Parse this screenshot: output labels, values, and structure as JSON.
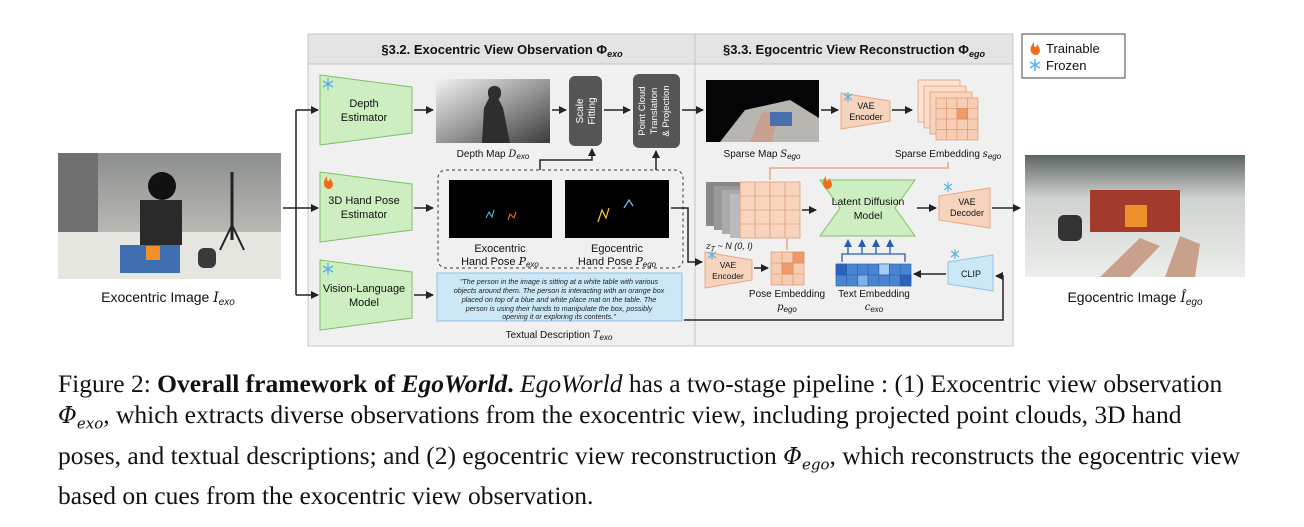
{
  "figure": {
    "stage1_header": "§3.2. Exocentric View Observation Φ",
    "stage1_header_sub": "exo",
    "stage2_header": "§3.3. Egocentric View Reconstruction Φ",
    "stage2_header_sub": "ego",
    "legend": {
      "trainable": "Trainable",
      "frozen": "Frozen"
    },
    "input_label": "Exocentric Image ",
    "input_var": "I",
    "input_sub": "exo",
    "output_label": "Egocentric Image ",
    "output_var": "Î",
    "output_sub": "ego",
    "modules": {
      "depth_1": "Depth",
      "depth_2": "Estimator",
      "hand_1": "3D Hand Pose",
      "hand_2": "Estimator",
      "vlm_1": "Vision-Language",
      "vlm_2": "Model",
      "scale_1": "Scale",
      "scale_2": "Fitting",
      "pc_1": "Point Cloud",
      "pc_2": "Translation",
      "pc_3": "& Projection",
      "vae_enc": "VAE",
      "vae_enc_2": "Encoder",
      "vae_dec": "VAE",
      "vae_dec_2": "Decoder",
      "ldm_1": "Latent Diffusion",
      "ldm_2": "Model",
      "clip": "CLIP"
    },
    "labels": {
      "depth_map": "Depth Map ",
      "depth_var": "D",
      "depth_sub": "exo",
      "exo_hand_1": "Exocentric",
      "exo_hand_2": "Hand Pose ",
      "exo_hand_var": "P",
      "exo_hand_sub": "exo",
      "ego_hand_1": "Egocentric",
      "ego_hand_2": "Hand Pose ",
      "ego_hand_var": "P",
      "ego_hand_sub": "ego",
      "sparse_map": "Sparse Map ",
      "sparse_var": "S",
      "sparse_sub": "ego",
      "sparse_emb": "Sparse Embedding ",
      "sparse_emb_var": "s",
      "sparse_emb_sub": "ego",
      "pose_emb": "Pose Embedding",
      "pose_emb_var": "p",
      "pose_emb_sub": "ego",
      "text_emb": "Text Embedding",
      "text_emb_var": "c",
      "text_emb_sub": "exo",
      "noise": "z",
      "noise_sub": "T",
      "noise_dist": " ~ N (0, I)",
      "textual": "Textual Description ",
      "textual_var": "T",
      "textual_sub": "exo"
    },
    "description_lines": [
      "\"The person in the image is sitting at a white table with various",
      "objects around them. The person is interacting with an orange box",
      "placed on top of a blue and white place mat on the table. The",
      "person is using their hands to manipulate the box, possibly",
      "opening it or exploring its contents.\""
    ]
  },
  "caption": {
    "prefix": "Figure 2: ",
    "bold": "Overall framework of ",
    "bold_italic": "EgoWorld",
    "bold_end": ".",
    "italic_name": "EgoWorld",
    "text1": " has a two-stage pipeline : (1) Exocentric view observation ",
    "math1": "Φ",
    "math1_sub": "exo",
    "text2": ", which extracts diverse observations from the exocentric view, including projected point clouds, 3D hand poses, and textual descriptions; and (2) egocentric view reconstruction ",
    "math2": "Φ",
    "math2_sub": "ego",
    "text3": ", which reconstructs the egocentric view based on cues from the exocentric view observation."
  },
  "colors": {
    "module_green": "#cdeec0",
    "module_border": "#7fbf6a",
    "dark_box": "#555555",
    "salmon": "#f6d3bd",
    "salmon_border": "#e8a883",
    "text_box": "#cce8f6",
    "panel": "#f0f0f0",
    "header": "#e3e3e3",
    "frozen": "#5cb3e6",
    "trainable": "#f26a1b"
  }
}
